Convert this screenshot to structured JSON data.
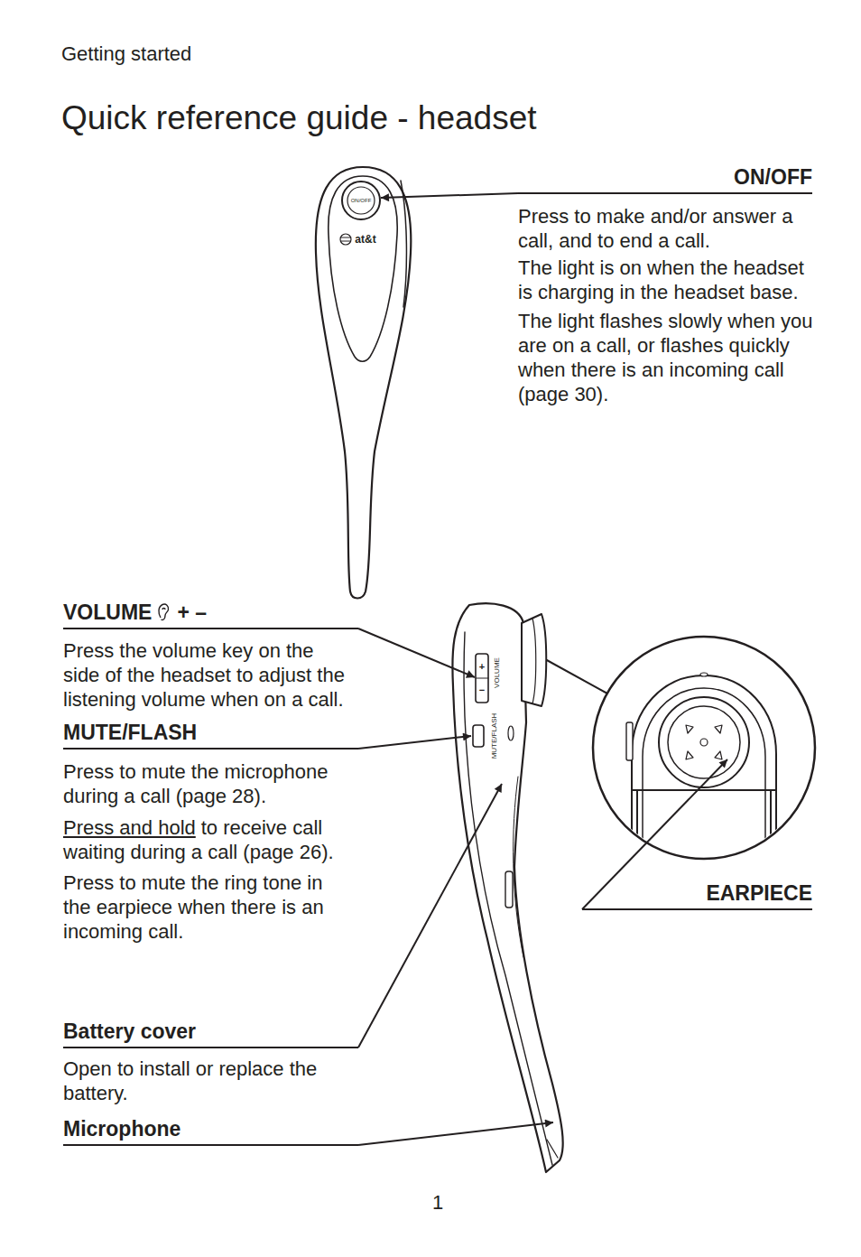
{
  "diagram": {
    "title": "Quick reference guide - headset",
    "labels": [
      "Getting started",
      "ON/OFF",
      "at&t",
      "ON/OFF",
      "Press to make and/or answer a call, and to end a call.",
      "The light is on when the headset is charging in the headset base.",
      "The light flashes slowly when you are on a call, or flashes quickly when there is an incoming call (page 30).",
      "VOLUME",
      "+ –",
      "Press the volume key on the side of the headset to adjust the listening volume when on a call.",
      "+",
      "−",
      "VOLUME",
      "MUTE/FLASH",
      "MUTE/FLASH",
      "Press to mute the microphone during a call (page 28).",
      "Press and hold",
      "to receive call waiting during a call (page 26).",
      "Press to mute the ring tone in the earpiece when there is an incoming call.",
      "EARPIECE",
      "Battery cover",
      "Open to install or replace the battery.",
      "Microphone",
      "1"
    ]
  }
}
